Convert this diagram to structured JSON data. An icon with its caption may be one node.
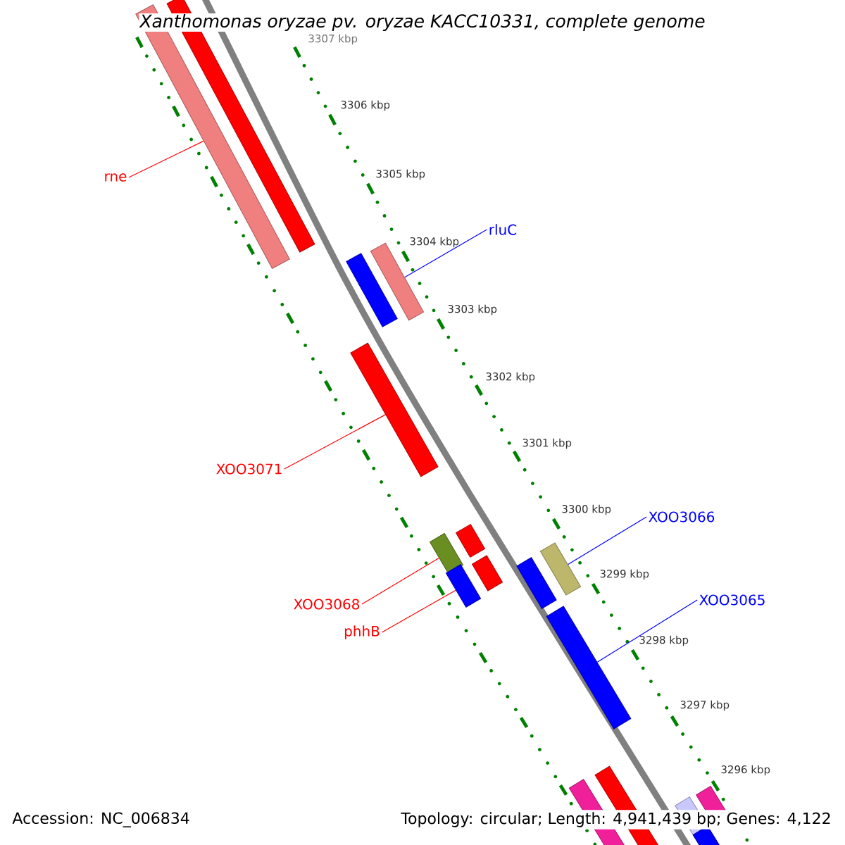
{
  "diagram": {
    "title": "*Xanthomonas oryzae* pv. *oryzae* KACC10331, complete genome",
    "nodes": [
      {
        "text": [
          "rne"
        ]
      },
      {
        "text": [
          "rluC"
        ]
      },
      {
        "text": [
          "XOO3071"
        ]
      },
      {
        "text": [
          "XOO3068"
        ]
      },
      {
        "text": [
          "phhB"
        ]
      },
      {
        "text": [
          "XOO3066"
        ]
      },
      {
        "text": [
          "XOO3065"
        ]
      },
      {
        "text": [],
        "shape": "bar"
      },
      {
        "text": [],
        "shape": "bar"
      },
      {
        "text": [],
        "shape": "bar"
      },
      {
        "text": [],
        "shape": "bar"
      },
      {
        "text": [],
        "shape": "bar"
      },
      {
        "text": [],
        "shape": "bar"
      },
      {
        "text": [],
        "shape": "bar"
      }
    ],
    "edges": [
      {
        "from": 0,
        "to": 7,
        "arrow": "none"
      },
      {
        "from": 1,
        "to": 8,
        "arrow": "none",
        "color": "#0000ff"
      },
      {
        "from": 2,
        "to": 9,
        "arrow": "none"
      },
      {
        "from": 3,
        "to": 10,
        "arrow": "none"
      },
      {
        "from": 4,
        "to": 11,
        "arrow": "none"
      },
      {
        "from": 5,
        "to": 12,
        "arrow": "none",
        "color": "#0000ff"
      },
      {
        "from": 6,
        "to": 13,
        "arrow": "none",
        "color": "#0000ff"
      }
    ],
    "labels": [
      "3307 kbp",
      "3306 kbp",
      "3305 kbp",
      "3304 kbp",
      "3303 kbp",
      "3302 kbp",
      "3301 kbp",
      "3300 kbp",
      "3299 kbp",
      "3298 kbp",
      "3297 kbp",
      "3296 kbp",
      "Accession: NC_006834",
      "Topology: circular; Length: 4,941,439 bp; Genes: 4,122"
    ]
  }
}
